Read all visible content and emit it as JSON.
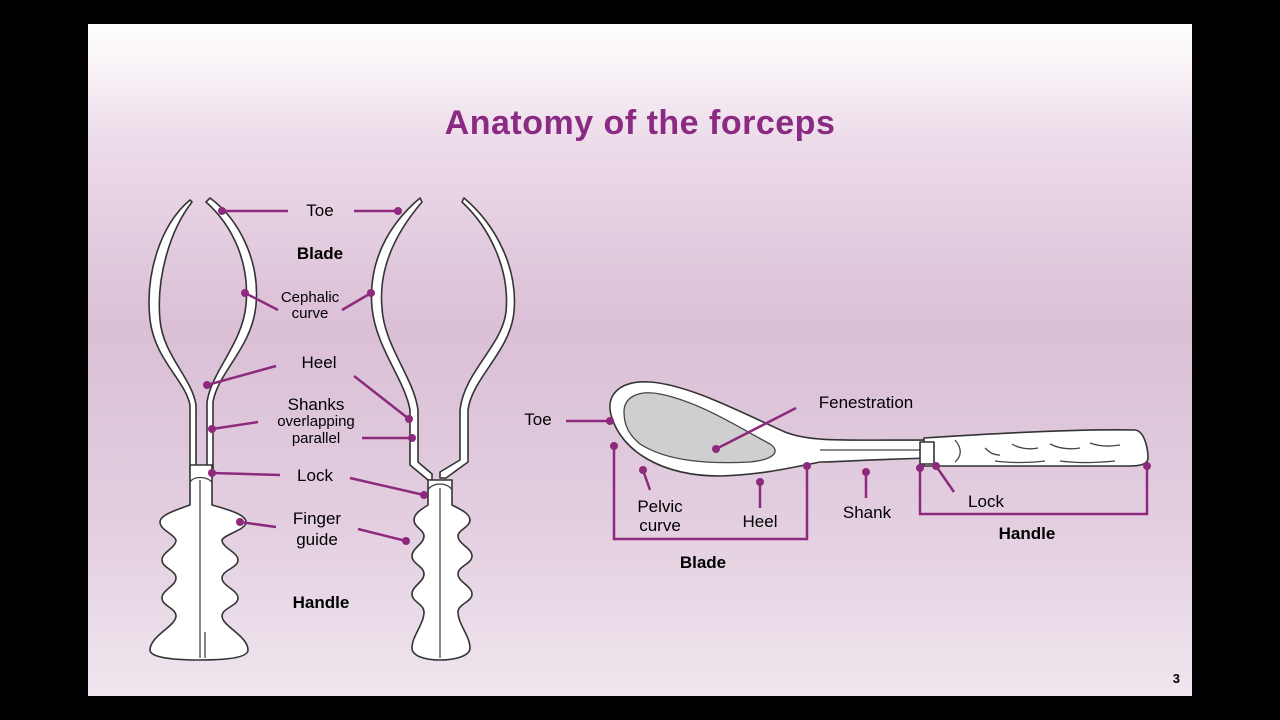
{
  "title": "Anatomy of the forceps",
  "page_number": "3",
  "left_figure": {
    "toe": "Toe",
    "blade": "Blade",
    "cephalic_line1": "Cephalic",
    "cephalic_line2": "curve",
    "heel": "Heel",
    "shanks_line1": "Shanks",
    "shanks_line2": "overlapping",
    "shanks_line3": "parallel",
    "lock": "Lock",
    "finger_line1": "Finger",
    "finger_line2": "guide",
    "handle": "Handle"
  },
  "right_figure": {
    "toe": "Toe",
    "fenestration": "Fenestration",
    "pelvic_line1": "Pelvic",
    "pelvic_line2": "curve",
    "heel": "Heel",
    "shank": "Shank",
    "lock": "Lock",
    "blade": "Blade",
    "handle": "Handle"
  },
  "colors": {
    "accent": "#8e2a7e",
    "title": "#8b2a82"
  }
}
